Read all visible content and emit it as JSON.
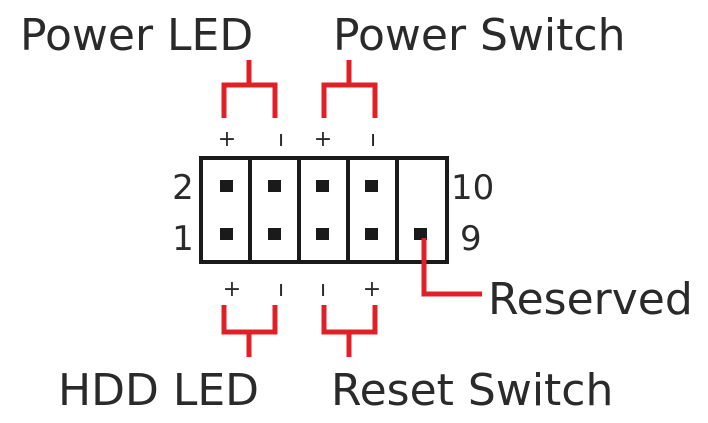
{
  "diagram": {
    "title": "Front Panel Header Pinout",
    "labels": {
      "power_led": "Power LED",
      "power_switch": "Power Switch",
      "hdd_led": "HDD LED",
      "reset_switch": "Reset Switch",
      "reserved": "Reserved"
    },
    "pin_numbers": {
      "top_left": "2",
      "bottom_left": "1",
      "top_right": "10",
      "bottom_right": "9"
    },
    "polarity": {
      "power_led": [
        "+",
        "-"
      ],
      "power_switch": [
        "+",
        "-"
      ],
      "hdd_led": [
        "+",
        "-"
      ],
      "reset_switch": [
        "-",
        "+"
      ]
    },
    "colors": {
      "accent": "#e02027",
      "line": "#1a1a1a",
      "text": "#2a2a2a"
    }
  }
}
